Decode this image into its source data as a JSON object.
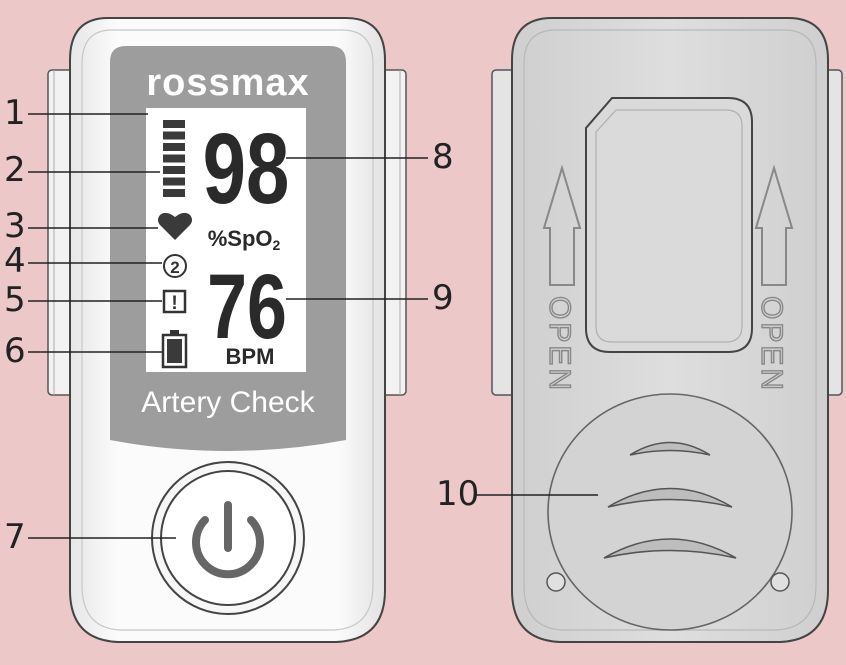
{
  "front": {
    "brand": "rossmax",
    "spo2_value": "98",
    "spo2_unit_prefix": "%SpO",
    "spo2_unit_sub": "2",
    "pulse_value": "76",
    "pulse_unit": "BPM",
    "product_name": "Artery Check",
    "mode_number": "2",
    "alert_symbol": "!",
    "signal_bar_level": 7,
    "power_button": "power-icon"
  },
  "back": {
    "open_label": "OPEN"
  },
  "callouts": [
    {
      "id": "1",
      "label": "1"
    },
    {
      "id": "2",
      "label": "2"
    },
    {
      "id": "3",
      "label": "3"
    },
    {
      "id": "4",
      "label": "4"
    },
    {
      "id": "5",
      "label": "5"
    },
    {
      "id": "6",
      "label": "6"
    },
    {
      "id": "7",
      "label": "7"
    },
    {
      "id": "8",
      "label": "8"
    },
    {
      "id": "9",
      "label": "9"
    },
    {
      "id": "10",
      "label": "10"
    }
  ],
  "colors": {
    "background": "#ecc8c8",
    "device_body": "#f4f4f4",
    "display_bezel": "#9d9d9d",
    "lcd": "#ffffff",
    "lcd_text": "#2a2a2a",
    "back_body": "#d8d8d8",
    "power_symbol": "#666666"
  }
}
